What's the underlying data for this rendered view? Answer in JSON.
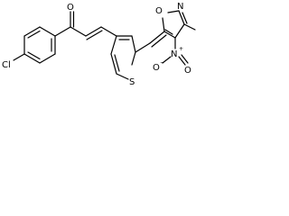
{
  "molecule": {
    "atoms": {
      "chlorine": "Cl",
      "carbonyl_oxygen": "O",
      "thiophene_sulfur": "S",
      "isoxazole_nitrogen": "N",
      "isoxazole_oxygen": "O",
      "nitro_nitrogen": "N",
      "nitro_n_charge": "+",
      "nitro_oxygen_1": "O",
      "nitro_oxygen_1_charge": "−",
      "nitro_oxygen_2": "O"
    }
  }
}
